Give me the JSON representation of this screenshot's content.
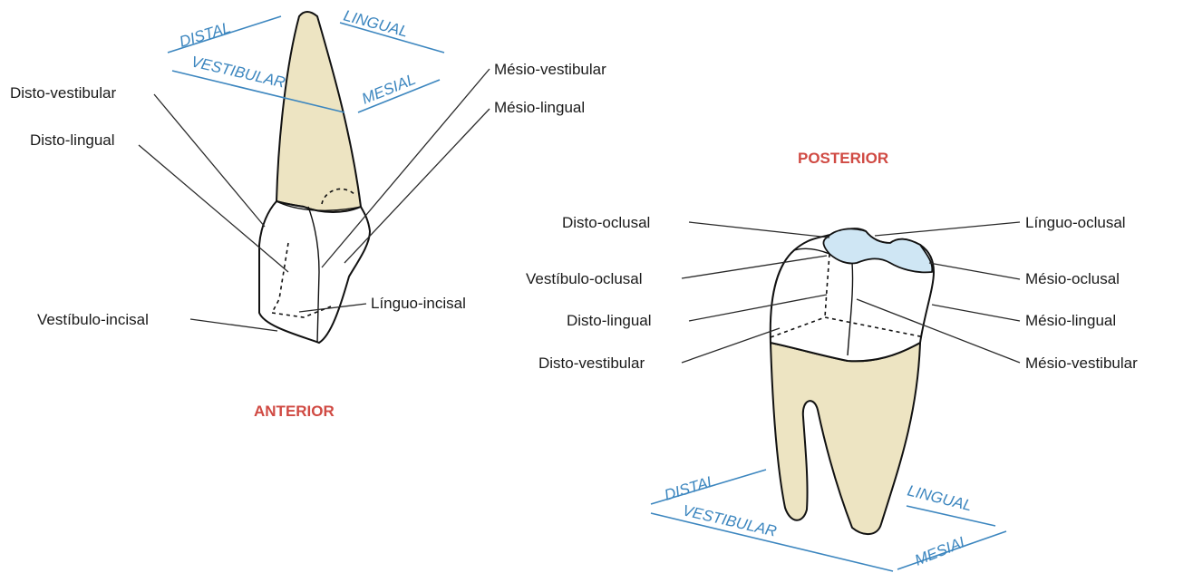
{
  "colors": {
    "label_text": "#1a1a1a",
    "direction_text": "#3c86bf",
    "title_text": "#d04a43",
    "root_fill": "#ede4c2",
    "occlusal_fill": "#cfe6f4",
    "outline": "#111111"
  },
  "anterior": {
    "title": "ANTERIOR",
    "directions": {
      "distal": "DISTAL",
      "lingual": "LINGUAL",
      "vestibular": "VESTIBULAR",
      "mesial": "MESIAL"
    },
    "labels": {
      "disto_vestibular": "Disto-vestibular",
      "disto_lingual": "Disto-lingual",
      "mesio_vestibular": "Mésio-vestibular",
      "mesio_lingual": "Mésio-lingual",
      "linguo_incisal": "Línguo-incisal",
      "vestibulo_incisal": "Vestíbulo-incisal"
    }
  },
  "posterior": {
    "title": "POSTERIOR",
    "directions": {
      "distal": "DISTAL",
      "lingual": "LINGUAL",
      "vestibular": "VESTIBULAR",
      "mesial": "MESIAL"
    },
    "labels": {
      "disto_oclusal": "Disto-oclusal",
      "vestibulo_oclusal": "Vestíbulo-oclusal",
      "disto_lingual": "Disto-lingual",
      "disto_vestibular": "Disto-vestibular",
      "linguo_oclusal": "Línguo-oclusal",
      "mesio_oclusal": "Mésio-oclusal",
      "mesio_lingual": "Mésio-lingual",
      "mesio_vestibular": "Mésio-vestibular"
    }
  }
}
